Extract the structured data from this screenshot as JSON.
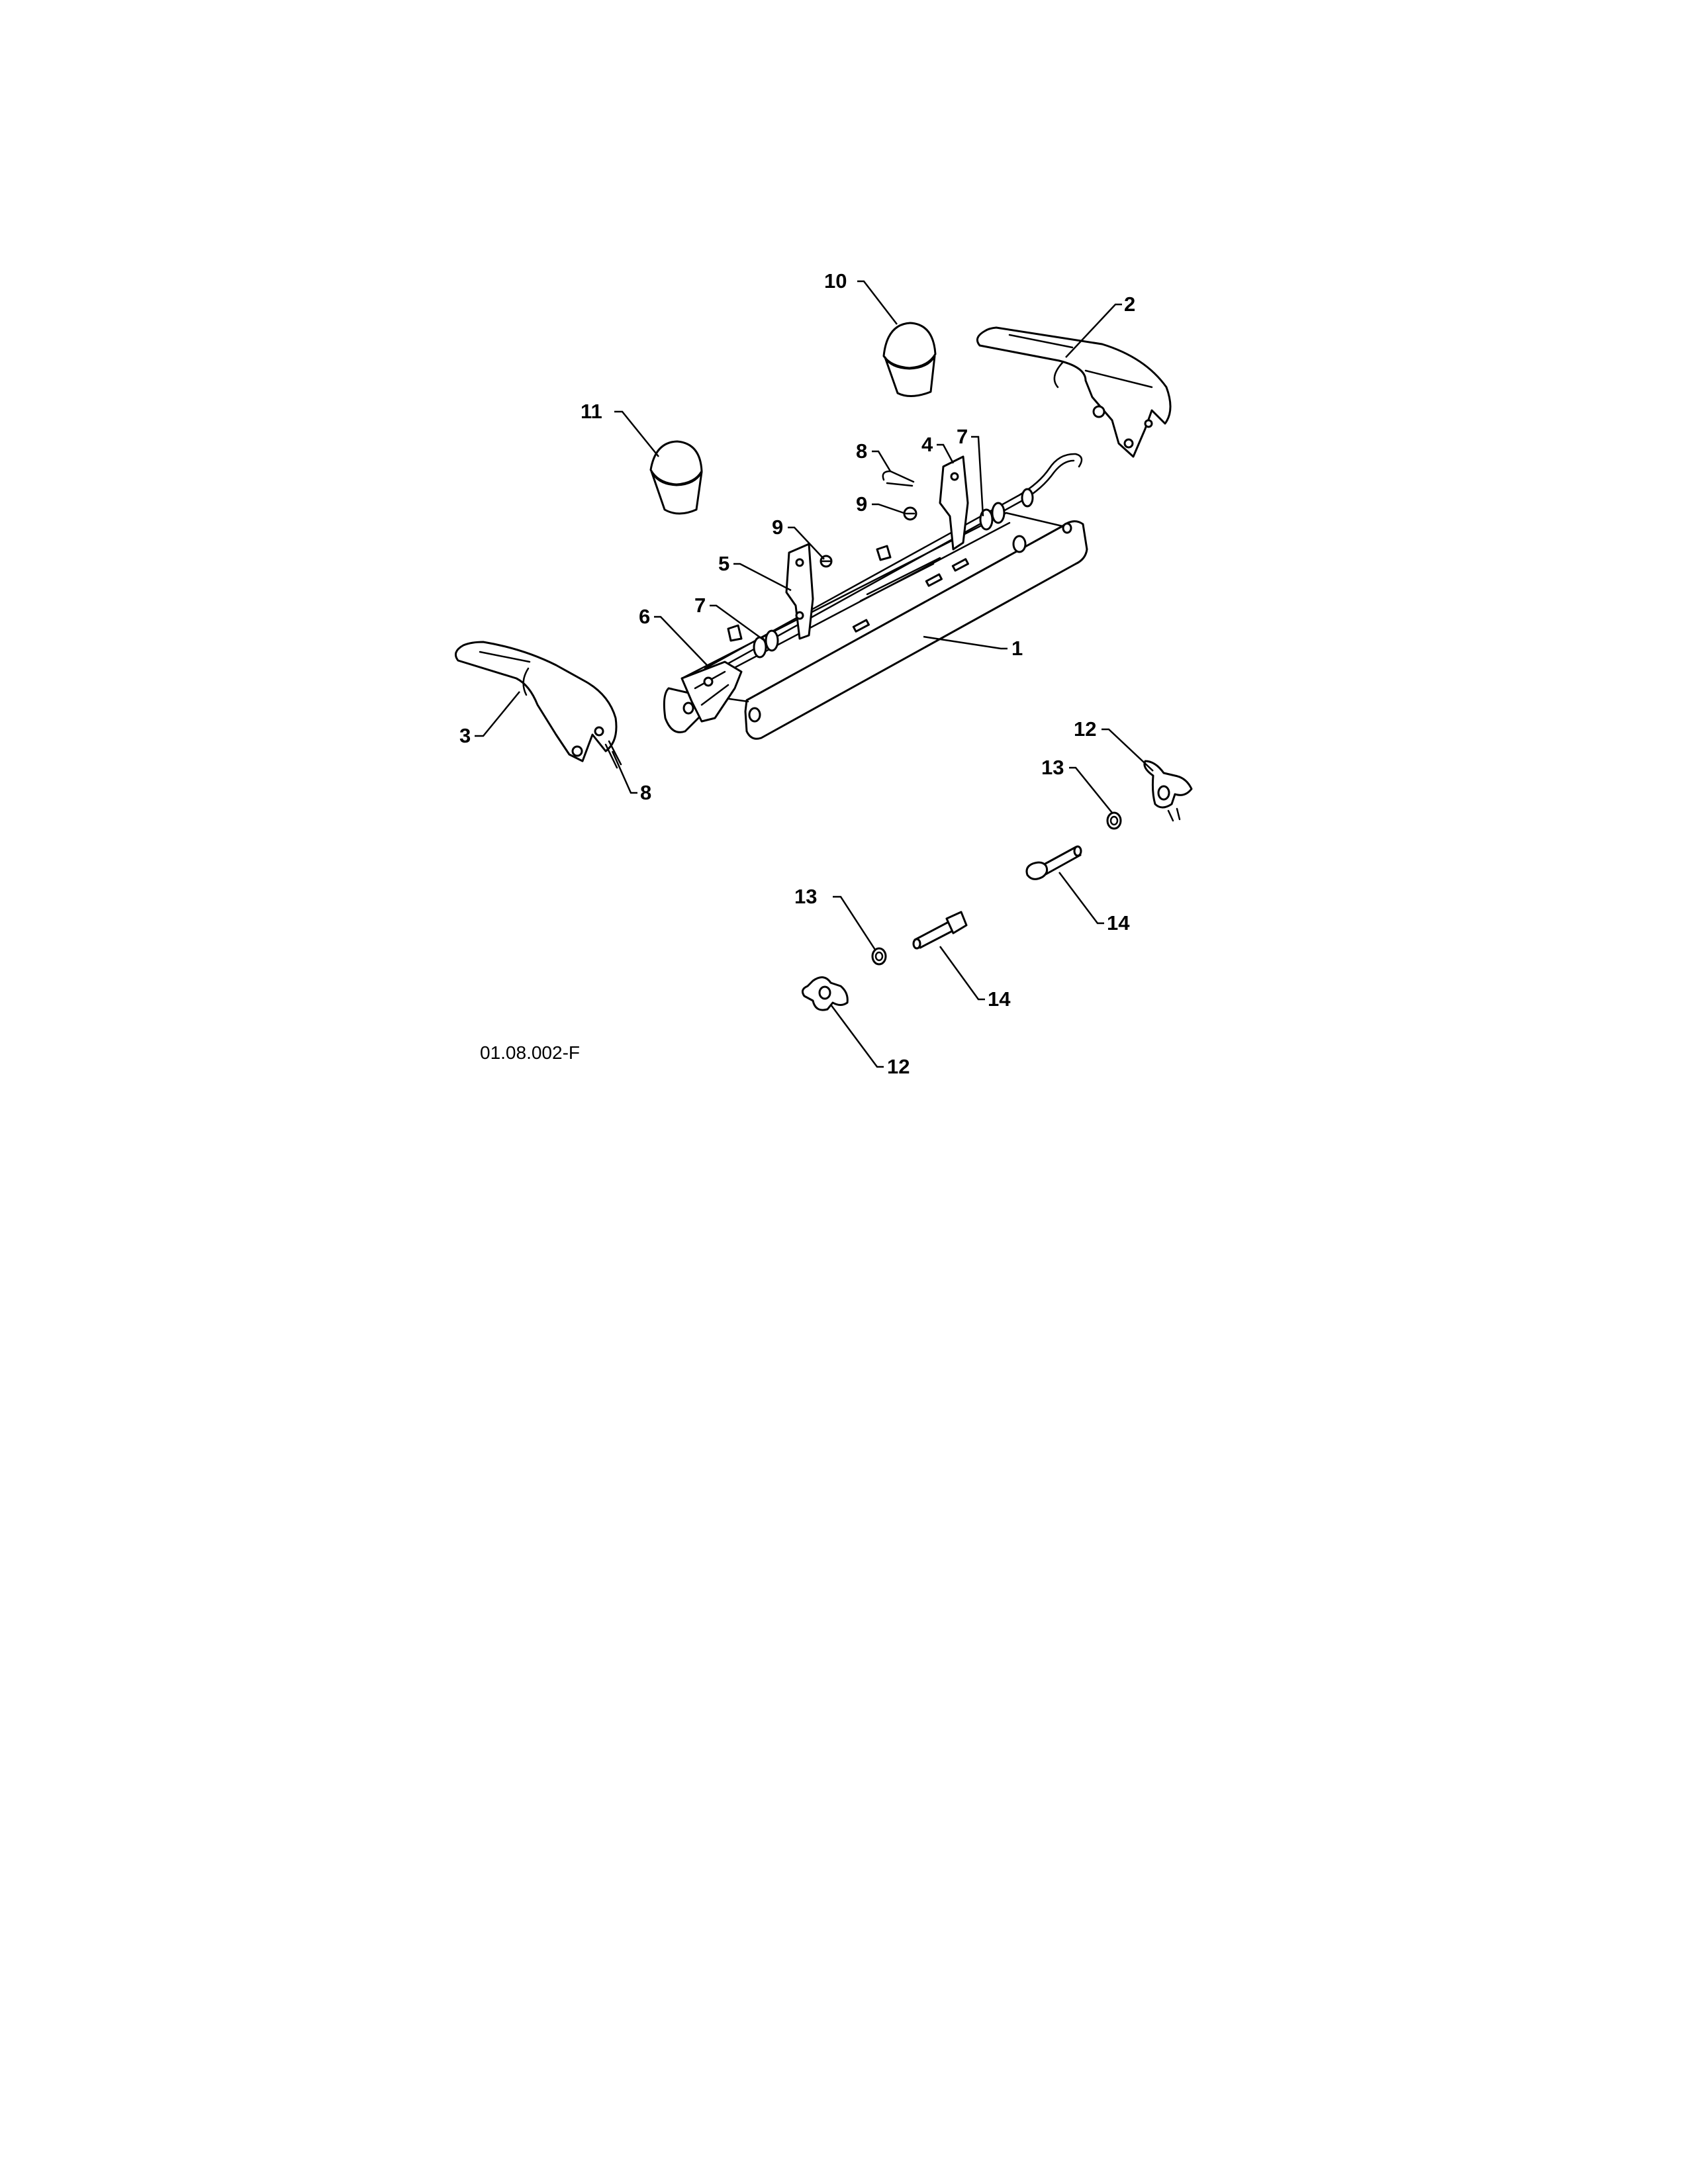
{
  "diagram": {
    "figure_code": "01.08.002-F",
    "callouts": {
      "c1": "1",
      "c2": "2",
      "c3": "3",
      "c4": "4",
      "c5": "5",
      "c6": "6",
      "c7a": "7",
      "c7b": "7",
      "c8a": "8",
      "c8b": "8",
      "c9a": "9",
      "c9b": "9",
      "c10": "10",
      "c11": "11",
      "c12a": "12",
      "c12b": "12",
      "c13a": "13",
      "c13b": "13",
      "c14a": "14",
      "c14b": "14"
    }
  }
}
